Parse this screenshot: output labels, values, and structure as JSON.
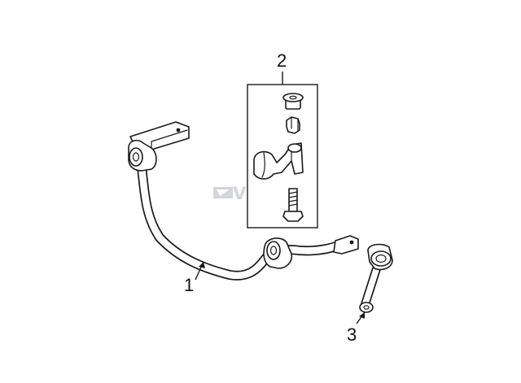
{
  "callouts": {
    "one": "1",
    "two": "2",
    "three": "3"
  },
  "watermark": {
    "brand_text": "vparts"
  },
  "colors": {
    "line": "#1a1a1a",
    "watermark": "#cfd2d6",
    "background": "#ffffff"
  }
}
